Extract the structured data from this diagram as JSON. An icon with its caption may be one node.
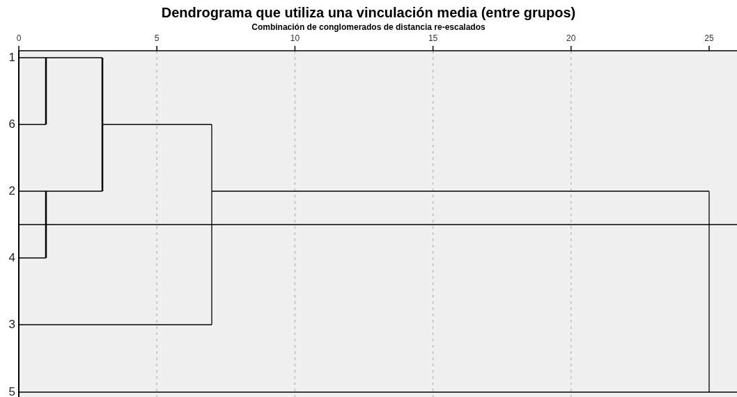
{
  "diagram": {
    "title": "Dendrograma que utiliza una vinculación media (entre grupos)",
    "labels": [
      "Combinación de conglomerados de distancia re-escalados",
      "0",
      "5",
      "10",
      "15",
      "20",
      "25",
      "1",
      "6",
      "2",
      "4",
      "3",
      "5"
    ]
  }
}
